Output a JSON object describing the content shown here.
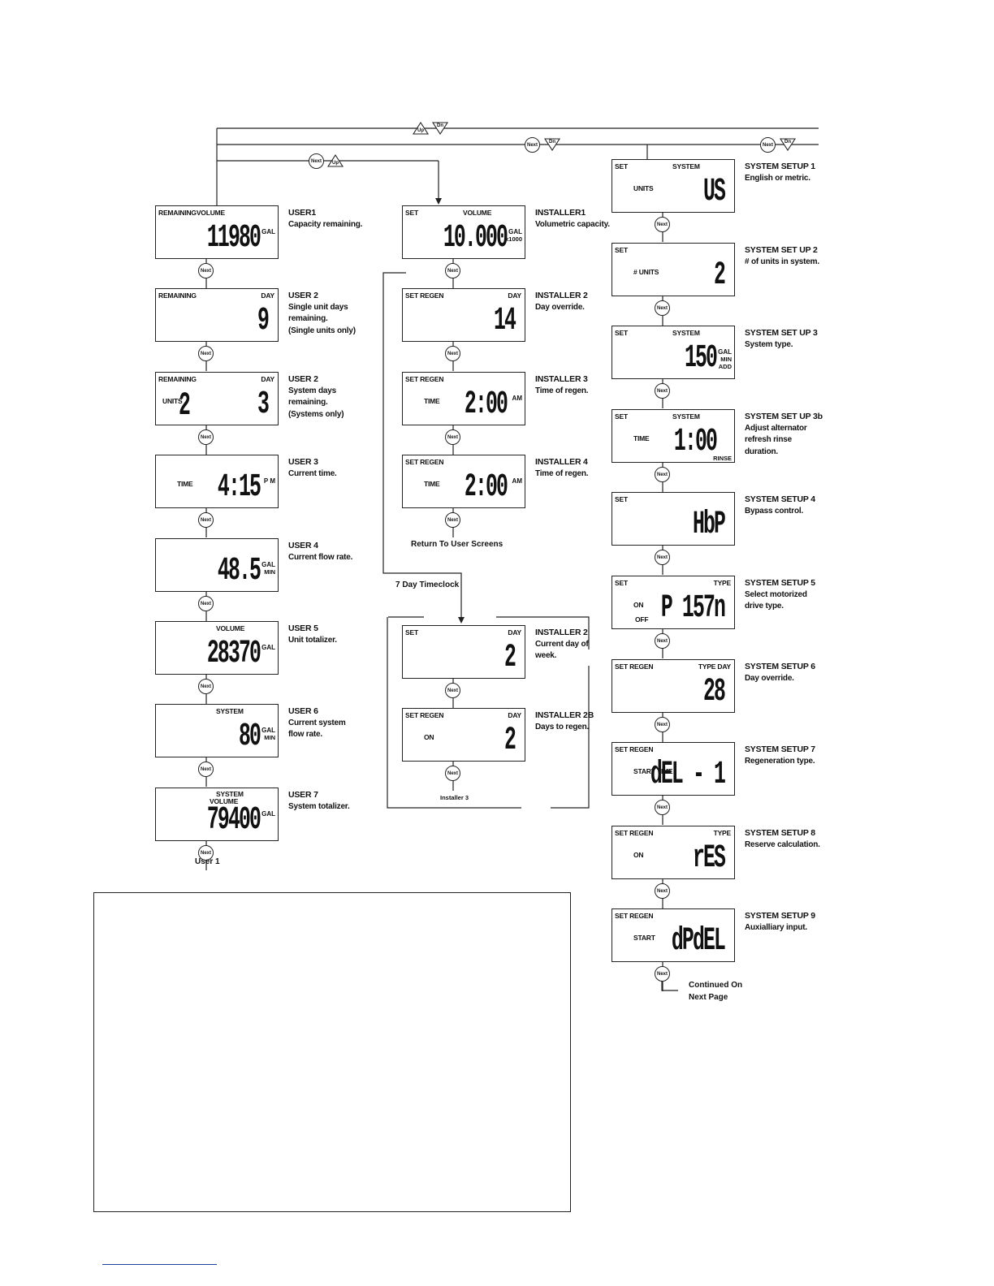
{
  "buttons": {
    "next": "Next",
    "up": "Up",
    "dn": "Dn"
  },
  "users": [
    {
      "title": "USER1",
      "desc": [
        "Capacity remaining."
      ],
      "display": {
        "top_left": "REMAININGVOLUME",
        "value": "11980",
        "unit_top": "GAL"
      }
    },
    {
      "title": "USER 2",
      "desc": [
        "Single unit days",
        "remaining.",
        "(Single units only)"
      ],
      "display": {
        "top_left": "REMAINING",
        "top_right": "DAY",
        "value": "9"
      }
    },
    {
      "title": "USER 2",
      "desc": [
        "System days",
        "remaining.",
        "(Systems only)"
      ],
      "display": {
        "top_left": "REMAINING",
        "top_right": "DAY",
        "side": "UNITS",
        "value_left": "2",
        "value": "3"
      }
    },
    {
      "title": "USER 3",
      "desc": [
        "Current time."
      ],
      "display": {
        "side": "TIME",
        "value": "4:15",
        "unit_top": "P  M"
      }
    },
    {
      "title": "USER 4",
      "desc": [
        "Current flow rate."
      ],
      "display": {
        "value": "48.5",
        "unit_top": "GAL",
        "unit_bottom": "MIN"
      }
    },
    {
      "title": "USER 5",
      "desc": [
        "Unit totalizer."
      ],
      "display": {
        "top_center": "VOLUME",
        "value": "28370",
        "unit_top": "GAL"
      }
    },
    {
      "title": "USER 6",
      "desc": [
        "Current system",
        "flow rate."
      ],
      "display": {
        "top_center": "SYSTEM",
        "value": "80",
        "unit_top": "GAL",
        "unit_bottom": "MIN"
      }
    },
    {
      "title": "USER 7",
      "desc": [
        "System totalizer."
      ],
      "display": {
        "top_center": "SYSTEM",
        "top_center2": "VOLUME",
        "value": "79400",
        "unit_top": "GAL"
      }
    }
  ],
  "user_return": "User 1",
  "installers": [
    {
      "title": "INSTALLER1",
      "desc": [
        "Volumetric capacity."
      ],
      "display": {
        "top_left": "SET",
        "top_center": "VOLUME",
        "value": "10.000",
        "unit_top": "GAL",
        "unit_bottom": "x1000"
      }
    },
    {
      "title": "INSTALLER 2",
      "desc": [
        "Day override."
      ],
      "display": {
        "top_left": "SET REGEN",
        "top_right": "DAY",
        "value": "14"
      }
    },
    {
      "title": "INSTALLER 3",
      "desc": [
        "Time of regen."
      ],
      "display": {
        "top_left": "SET REGEN",
        "side": "TIME",
        "value": "2:00",
        "unit_top": "AM"
      }
    },
    {
      "title": "INSTALLER 4",
      "desc": [
        "Time of regen."
      ],
      "display": {
        "top_left": "SET REGEN",
        "side": "TIME",
        "value": "2:00",
        "unit_top": "AM"
      }
    }
  ],
  "installer_return": "Return To User Screens",
  "timeclock_label": "7 Day Timeclock",
  "timeclock": [
    {
      "title": "INSTALLER 2",
      "desc": [
        "Current day of",
        "week."
      ],
      "display": {
        "top_left": "SET",
        "top_right": "DAY",
        "value": "2"
      }
    },
    {
      "title": "INSTALLER 2B",
      "desc": [
        "Days to regen."
      ],
      "display": {
        "top_left": "SET REGEN",
        "top_right": "DAY",
        "side": "ON",
        "value": "2"
      }
    }
  ],
  "timeclock_return": "Installer 3",
  "system": [
    {
      "title": "SYSTEM SETUP 1",
      "desc": [
        "English or metric."
      ],
      "display": {
        "top_left": "SET",
        "top_center": "SYSTEM",
        "side": "UNITS",
        "value": "US"
      }
    },
    {
      "title": "SYSTEM SET UP 2",
      "desc": [
        "# of units in system."
      ],
      "display": {
        "top_left": "SET",
        "side": "# UNITS",
        "value": "2"
      }
    },
    {
      "title": "SYSTEM SET UP 3",
      "desc": [
        "System type."
      ],
      "display": {
        "top_left": "SET",
        "top_center": "SYSTEM",
        "value": "150",
        "unit_top": "GAL",
        "unit_bottom": "MIN",
        "unit_third": "ADD"
      }
    },
    {
      "title": "SYSTEM SET UP 3b",
      "desc": [
        "Adjust alternator",
        "refresh rinse",
        "duration."
      ],
      "display": {
        "top_left": "SET",
        "top_center": "SYSTEM",
        "side": "TIME",
        "value": "1:00",
        "unit_bottom": "RINSE"
      }
    },
    {
      "title": "SYSTEM SETUP 4",
      "desc": [
        "Bypass control."
      ],
      "display": {
        "top_left": "SET",
        "value": "HbP"
      }
    },
    {
      "title": "SYSTEM SETUP 5",
      "desc": [
        "Select motorized",
        "drive type."
      ],
      "display": {
        "top_left": "SET",
        "top_right": "TYPE",
        "side": "ON",
        "side2": "OFF",
        "value": "P 157n"
      }
    },
    {
      "title": "SYSTEM SETUP 6",
      "desc": [
        "Day override."
      ],
      "display": {
        "top_left": "SET  REGEN",
        "top_right": "TYPE  DAY",
        "value": "28"
      }
    },
    {
      "title": "SYSTEM SETUP 7",
      "desc": [
        "Regeneration type."
      ],
      "display": {
        "top_left": "SET REGEN",
        "side": "START TIME",
        "value": "dEL - 1"
      }
    },
    {
      "title": "SYSTEM SETUP 8",
      "desc": [
        "Reserve calculation."
      ],
      "display": {
        "top_left": "SET  REGEN",
        "top_right": "TYPE",
        "side": "ON",
        "value": "rES"
      }
    },
    {
      "title": "SYSTEM SETUP 9",
      "desc": [
        "Auxialliary input."
      ],
      "display": {
        "top_left": "SET REGEN",
        "side": "START",
        "value": "dPdEL"
      }
    }
  ],
  "system_continue": [
    "Continued On",
    "Next Page"
  ]
}
